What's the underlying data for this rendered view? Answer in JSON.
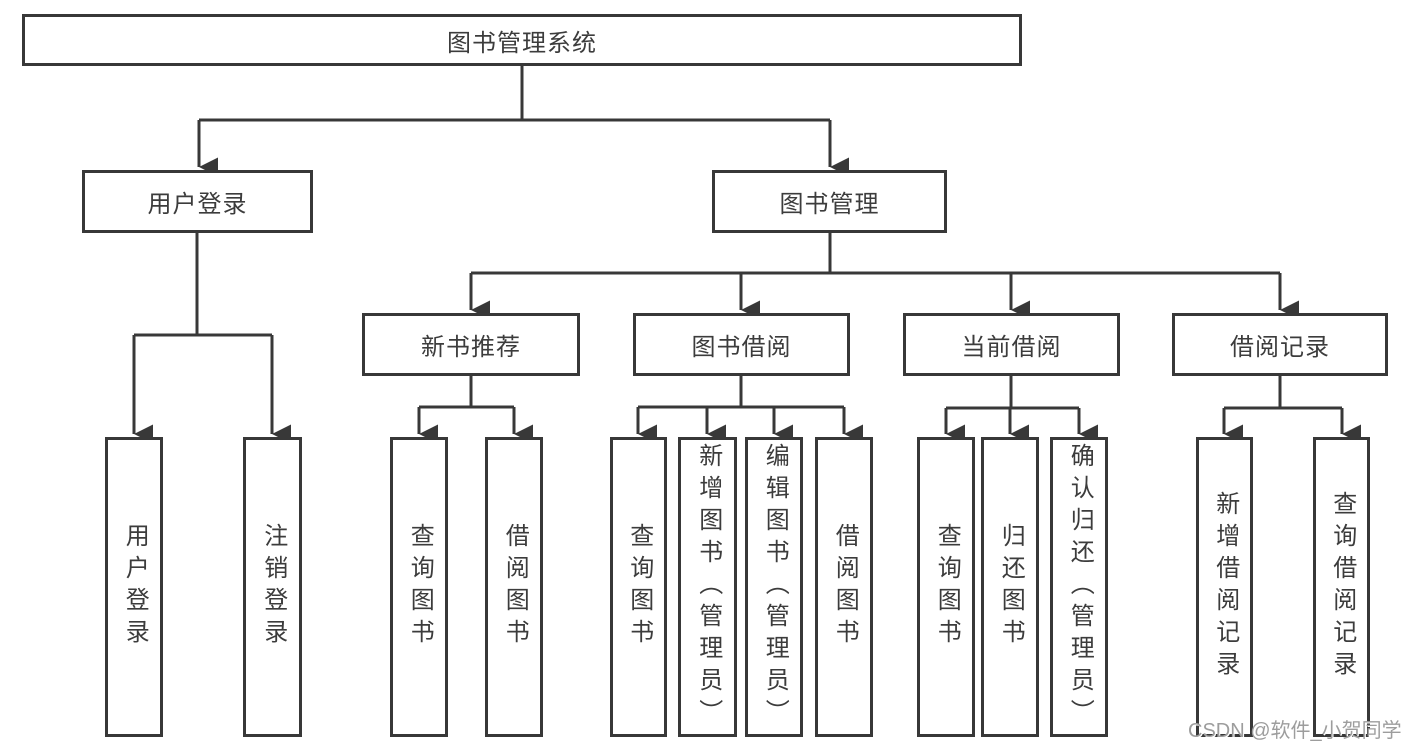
{
  "watermark": "CSDN @软件_小贺同学",
  "tree": {
    "root": {
      "label": "图书管理系统",
      "children": [
        {
          "label": "用户登录",
          "children": [
            {
              "label": "用户登录"
            },
            {
              "label": "注销登录"
            }
          ]
        },
        {
          "label": "图书管理",
          "children": [
            {
              "label": "新书推荐",
              "children": [
                {
                  "label": "查询图书"
                },
                {
                  "label": "借阅图书"
                }
              ]
            },
            {
              "label": "图书借阅",
              "children": [
                {
                  "label": "查询图书"
                },
                {
                  "label": "新增图书（管理员）"
                },
                {
                  "label": "编辑图书（管理员）"
                },
                {
                  "label": "借阅图书"
                }
              ]
            },
            {
              "label": "当前借阅",
              "children": [
                {
                  "label": "查询图书"
                },
                {
                  "label": "归还图书"
                },
                {
                  "label": "确认归还（管理员）"
                }
              ]
            },
            {
              "label": "借阅记录",
              "children": [
                {
                  "label": "新增借阅记录"
                },
                {
                  "label": "查询借阅记录"
                }
              ]
            }
          ]
        }
      ]
    }
  },
  "colors": {
    "line": "#383838",
    "box_border": "#383838",
    "text": "#3c3c3c",
    "watermark": "#9d9d9d",
    "background": "#ffffff"
  }
}
